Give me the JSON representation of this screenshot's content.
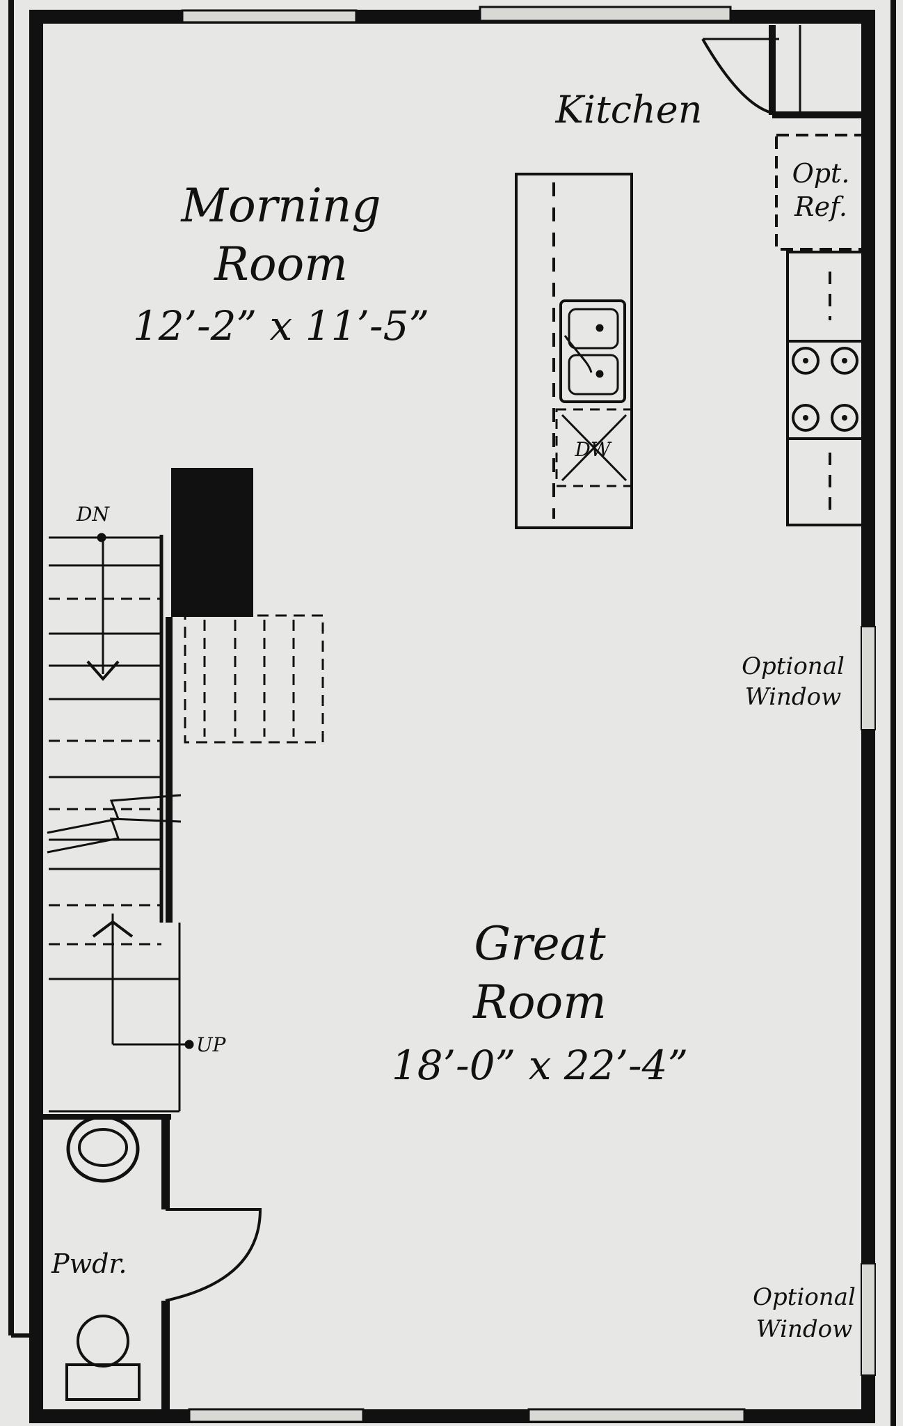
{
  "rooms": {
    "kitchen": {
      "label": "Kitchen"
    },
    "morning_room": {
      "name_line1": "Morning",
      "name_line2": "Room",
      "dimensions": "12’-2” x 11’-5”"
    },
    "great_room": {
      "name_line1": "Great",
      "name_line2": "Room",
      "dimensions": "18’-0” x 22’-4”"
    },
    "powder": {
      "label": "Pwdr."
    }
  },
  "fixtures": {
    "opt_ref_line1": "Opt.",
    "opt_ref_line2": "Ref.",
    "dishwasher": "DW"
  },
  "stairs": {
    "down_label": "DN",
    "up_label": "UP"
  },
  "notes": {
    "optional_window_1_line1": "Optional",
    "optional_window_1_line2": "Window",
    "optional_window_2_line1": "Optional",
    "optional_window_2_line2": "Window"
  },
  "icons": [
    "sink-icon",
    "cooktop-burner-icon",
    "toilet-icon",
    "vanity-sink-icon",
    "door-swing-icon",
    "stair-arrow-icon"
  ]
}
